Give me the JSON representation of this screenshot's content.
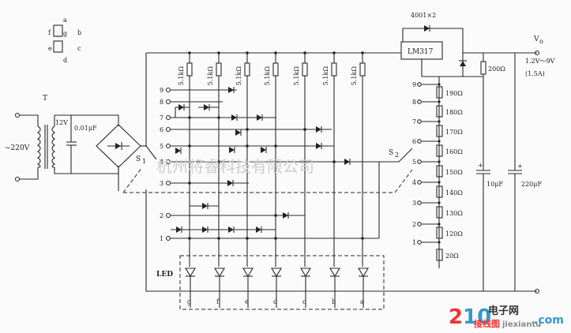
{
  "segment_legend": {
    "a": "a",
    "b": "b",
    "c": "c",
    "d": "d",
    "e": "e",
    "f": "f",
    "g": "g"
  },
  "mains": {
    "input_label": "~220V",
    "transformer_label": "T",
    "secondary_label": "12V",
    "filter_cap": "0.01μF"
  },
  "switch_labels": {
    "s1": "S",
    "s1_sub": "1",
    "s2": "S",
    "s2_sub": "2"
  },
  "s1_positions": [
    "9",
    "8",
    "7",
    "6",
    "5",
    "4",
    "3",
    "2",
    "1"
  ],
  "segment_resistor": "5.1kΩ",
  "led_label": "LED",
  "led_segments": [
    "g",
    "f",
    "e",
    "d",
    "c",
    "b",
    "a"
  ],
  "regulator": {
    "rectifier_label": "4001×2",
    "ic_label": "LM317",
    "output_label": "V",
    "output_sub": "o",
    "output_range": "1.2V～9V",
    "output_current": "(1.5A)",
    "resistor_top": "200Ω",
    "cap_small": "10μF",
    "cap_large": "220μF"
  },
  "divider_ladder": [
    {
      "pos": "9",
      "resistor": "190Ω"
    },
    {
      "pos": "8",
      "resistor": "180Ω"
    },
    {
      "pos": "7",
      "resistor": "170Ω"
    },
    {
      "pos": "6",
      "resistor": "160Ω"
    },
    {
      "pos": "5",
      "resistor": "150Ω"
    },
    {
      "pos": "4",
      "resistor": "140Ω"
    },
    {
      "pos": "3",
      "resistor": "130Ω"
    },
    {
      "pos": "2",
      "resistor": "120Ω"
    },
    {
      "pos": "1",
      "resistor": "20Ω"
    }
  ],
  "watermark": "杭州将睿科技有限公司",
  "site": {
    "num": "2",
    "num2": "10",
    "brand": "电子网",
    "sub": "接线图",
    "url": "jiexiantu",
    "tld": ".com"
  }
}
